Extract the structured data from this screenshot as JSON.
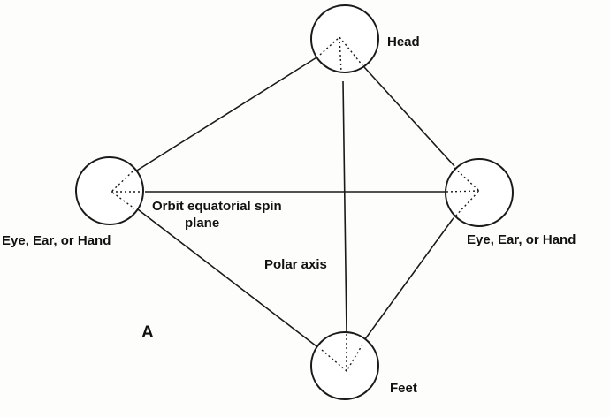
{
  "diagram": {
    "panel_letter": "A",
    "labels": {
      "head": "Head",
      "left_sense": "Eye, Ear, or Hand",
      "right_sense": "Eye, Ear, or Hand",
      "feet": "Feet",
      "equatorial_line1": "Orbit equatorial spin",
      "equatorial_line2": "plane",
      "polar_axis": "Polar axis"
    }
  }
}
